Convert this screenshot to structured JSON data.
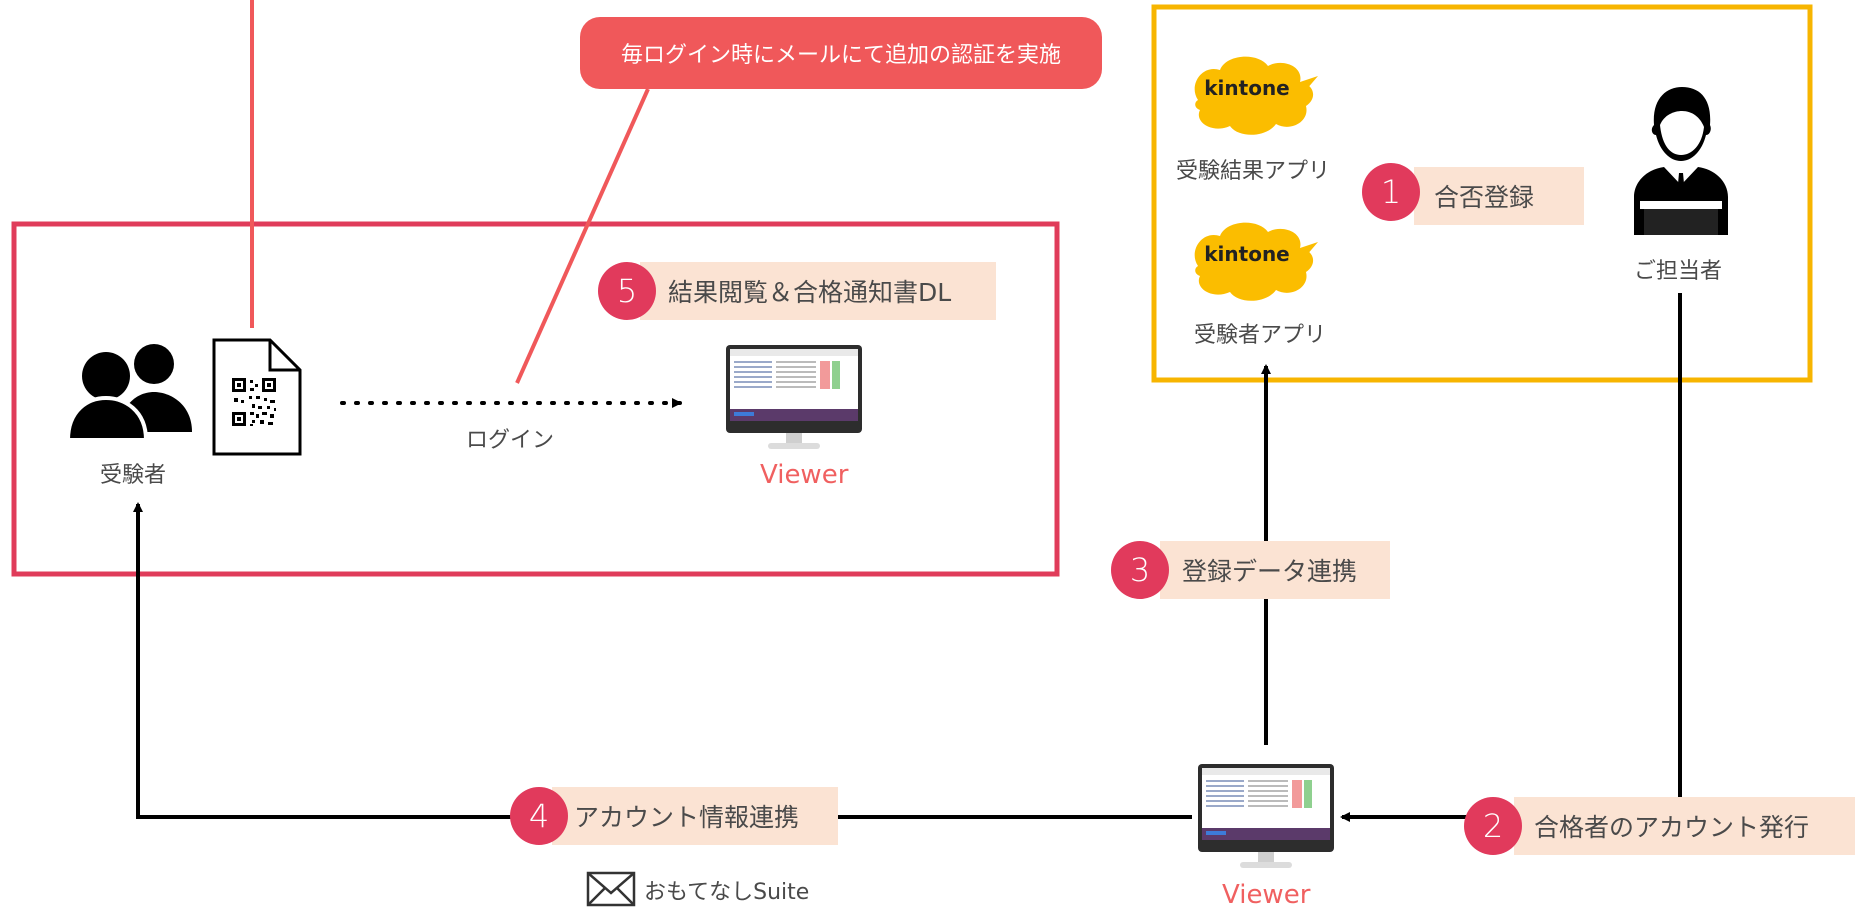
{
  "colors": {
    "accent_red": "#f0585a",
    "region_red": "#e03c5a",
    "region_gold": "#f7b500",
    "step_circle": "#e13a5c",
    "step_bg": "#fbe3d3",
    "viewer_text": "#f06060",
    "kintone_yellow": "#fbbd00",
    "arrow": "#000000"
  },
  "callout": {
    "text": "毎ログイン時にメールにて追加の認証を実施"
  },
  "examinee": {
    "label": "受験者",
    "icon": "people-icon",
    "doc_icon": "qr-document-icon"
  },
  "login": {
    "label": "ログイン"
  },
  "viewer_top": {
    "label": "Viewer",
    "icon": "monitor-icon"
  },
  "viewer_bottom": {
    "label": "Viewer",
    "icon": "monitor-icon"
  },
  "kintone": {
    "logo_text": "kintone",
    "apps": [
      {
        "label": "受験結果アプリ"
      },
      {
        "label": "受験者アプリ"
      }
    ]
  },
  "staff": {
    "label": "ご担当者",
    "icon": "staff-person-icon"
  },
  "steps": [
    {
      "num": "1",
      "label": "合否登録"
    },
    {
      "num": "2",
      "label": "合格者のアカウント発行"
    },
    {
      "num": "3",
      "label": "登録データ連携"
    },
    {
      "num": "4",
      "label": "アカウント情報連携"
    },
    {
      "num": "5",
      "label": "結果閲覧＆合格通知書DL"
    }
  ],
  "mail": {
    "label": "おもてなしSuite",
    "icon": "envelope-icon"
  }
}
